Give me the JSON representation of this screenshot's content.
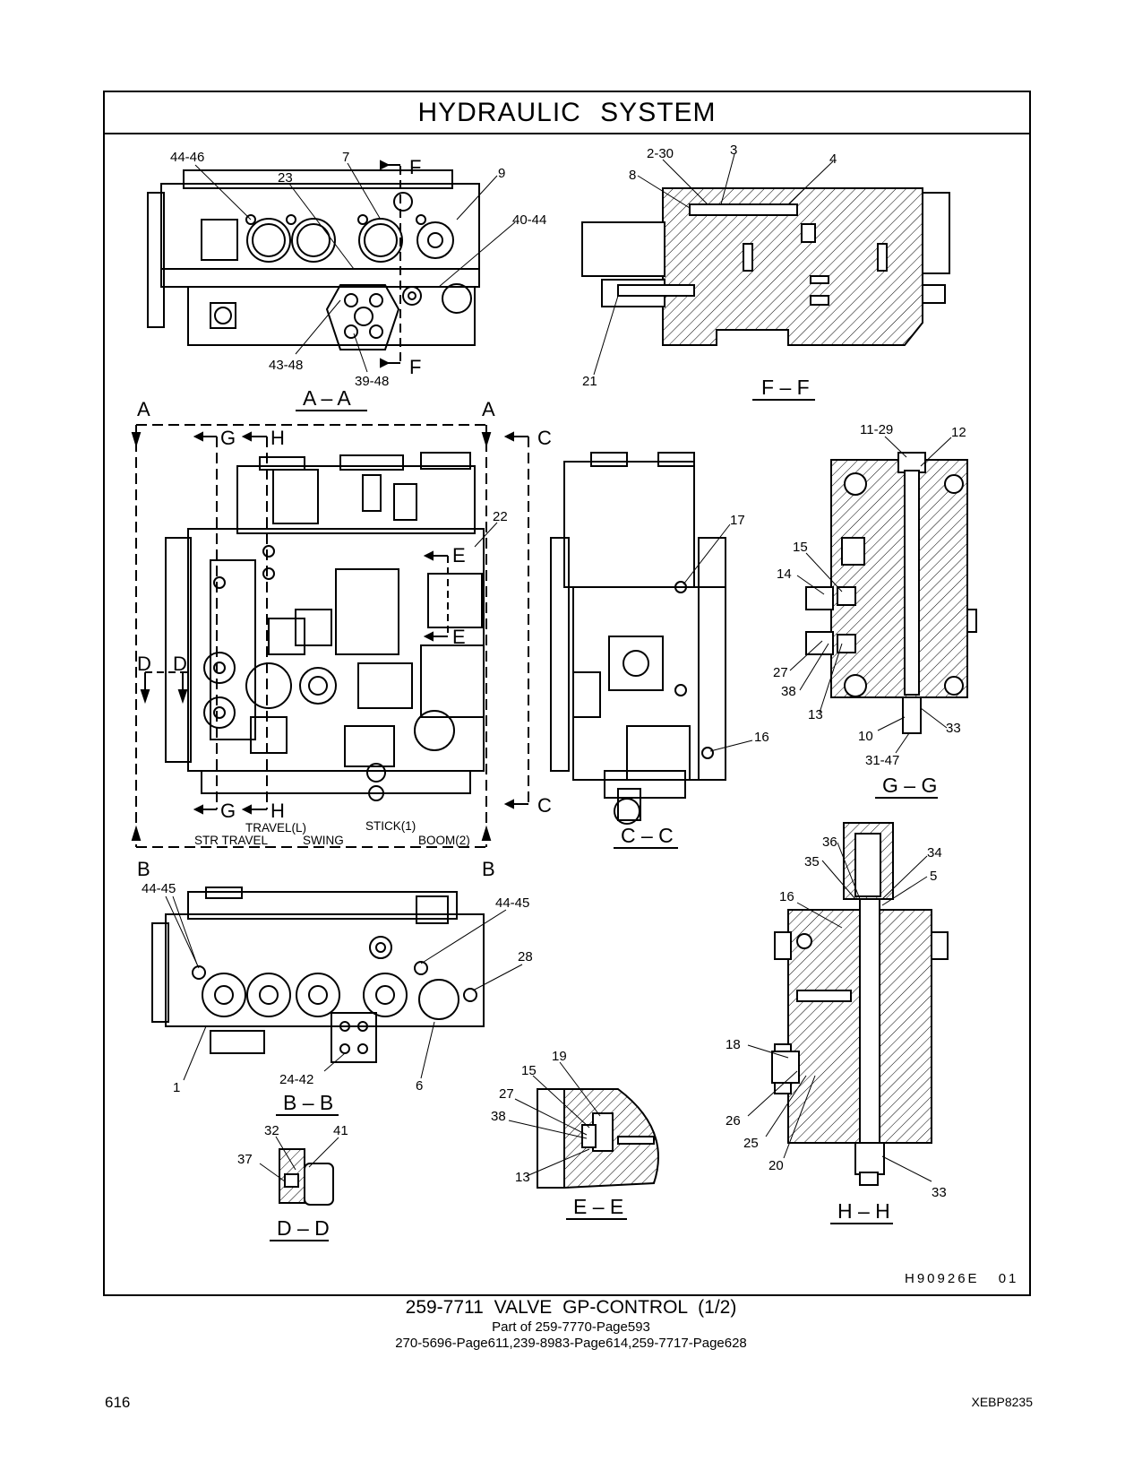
{
  "page": {
    "title": "HYDRAULIC SYSTEM",
    "figure_ref": "H90926E 01",
    "caption": "259-7711 VALVE GP-CONTROL (1/2)",
    "part_of": "Part of 259-7770-Page593",
    "related": "270-5696-Page611,239-8983-Page614,259-7717-Page628",
    "page_number": "616",
    "doc_code": "XEBP8235"
  },
  "views": {
    "aa": "A – A",
    "ff": "F – F",
    "cc": "C – C",
    "gg": "G – G",
    "bb": "B – B",
    "dd": "D – D",
    "ee": "E – E",
    "hh": "H – H"
  },
  "section_markers": {
    "a": "A",
    "b": "B",
    "c": "C",
    "d": "D",
    "e": "E",
    "f": "F",
    "g": "G",
    "h": "H"
  },
  "spool_labels": {
    "travel_l": "TRAVEL(L)",
    "str_travel": "STR TRAVEL",
    "swing": "SWING",
    "stick1": "STICK(1)",
    "boom2": "BOOM(2)"
  },
  "callouts": {
    "n44_46": "44-46",
    "n23": "23",
    "n7": "7",
    "n9": "9",
    "n40_44": "40-44",
    "n43_48": "43-48",
    "n39_48": "39-48",
    "n2_30": "2-30",
    "n3": "3",
    "n4": "4",
    "n8": "8",
    "n21": "21",
    "n22": "22",
    "n17": "17",
    "n16": "16",
    "n11_29": "11-29",
    "n12": "12",
    "n15": "15",
    "n14": "14",
    "n27": "27",
    "n38": "38",
    "n13": "13",
    "n10": "10",
    "n33": "33",
    "n31_47": "31-47",
    "n44_45": "44-45",
    "n28": "28",
    "n1": "1",
    "n24_42": "24-42",
    "n6": "6",
    "n32": "32",
    "n41": "41",
    "n37": "37",
    "n19": "19",
    "n36": "36",
    "n35": "35",
    "n34": "34",
    "n5": "5",
    "n18": "18",
    "n26": "26",
    "n25": "25",
    "n20": "20"
  }
}
